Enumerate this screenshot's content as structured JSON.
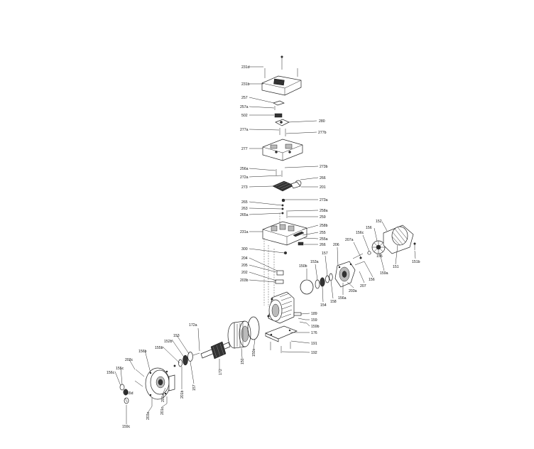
{
  "labels": {
    "l231d": "231d",
    "l231b": "231b",
    "l257": "257",
    "l257a": "257a",
    "l502": "502",
    "l280": "280",
    "l277a": "277a",
    "l277b": "277b",
    "l277": "277",
    "l256a": "256a",
    "l273b": "273b",
    "l272a": "272a",
    "l266a": "266",
    "l273": "273",
    "l201top": "201",
    "l273a": "273a",
    "l265": "265",
    "l263": "263",
    "l258a": "258a",
    "l265a": "265a",
    "l259": "259",
    "l258b": "258b",
    "l231a": "231a",
    "l255": "255",
    "l255a": "255a",
    "l266b": "266",
    "l300": "300",
    "l204": "204",
    "l205": "205",
    "l202": "202",
    "l203b": "203b",
    "l153a": "153a",
    "l157": "157",
    "l150b": "150b",
    "l206": "206",
    "l207a": "207a",
    "l156c": "156c",
    "l156": "156",
    "l152": "152",
    "l155": "155",
    "l154": "154",
    "l158": "158",
    "l156a": "156a",
    "l203a": "203a",
    "l207": "207",
    "l159a": "159a",
    "l151": "151",
    "l151b": "151b",
    "l189": "189",
    "l159": "159",
    "l159b": "159b",
    "l176": "176",
    "l191": "191",
    "l192": "192",
    "l172a": "172a",
    "l153": "153",
    "l152b": "152b",
    "l150c": "150c",
    "l150": "150",
    "l172": "172",
    "l155b": "155b",
    "l201b": "201b",
    "l157b": "157",
    "l156b": "156b",
    "l156cb": "156c",
    "l201a": "201a",
    "l201c": "201c",
    "l203c": "203c",
    "l155c": "155c",
    "l155d": "155d",
    "l159c": "159c"
  }
}
